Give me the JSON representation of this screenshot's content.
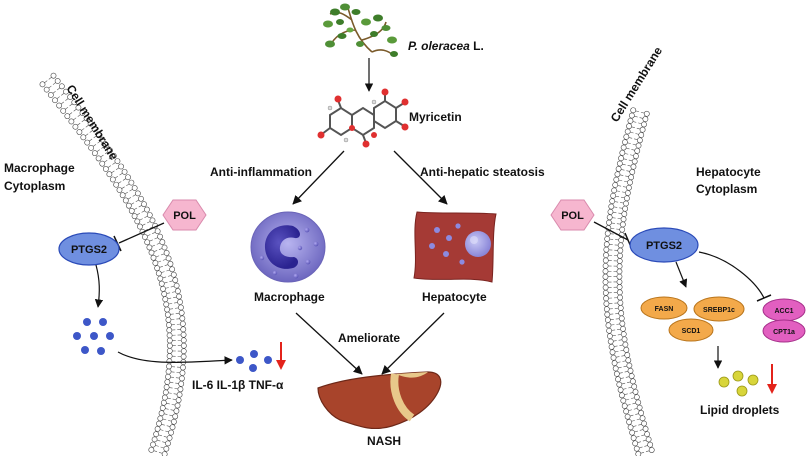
{
  "plant": {
    "name_italic": "P. oleracea",
    "name_suffix": " L."
  },
  "compound": "Myricetin",
  "pathways": {
    "left": "Anti-inflammation",
    "right": "Anti-hepatic steatosis"
  },
  "cells": {
    "macrophage": "Macrophage",
    "hepatocyte": "Hepatocyte"
  },
  "outcome": {
    "ameliorate": "Ameliorate",
    "disease": "NASH"
  },
  "left_panel": {
    "membrane": "Cell membrane",
    "cytoplasm_line1": "Macrophage",
    "cytoplasm_line2": "Cytoplasm",
    "inhibitor": "POL",
    "target": "PTGS2",
    "cytokines": "IL-6 IL-1β TNF-α"
  },
  "right_panel": {
    "membrane": "Cell membrane",
    "cytoplasm_line1": "Hepatocyte",
    "cytoplasm_line2": "Cytoplasm",
    "inhibitor": "POL",
    "target": "PTGS2",
    "up_genes": [
      "FASN",
      "SREBP1c",
      "SCD1"
    ],
    "down_genes": [
      "ACC1",
      "CPT1a"
    ],
    "lipids": "Lipid droplets"
  },
  "colors": {
    "ptgs2": "#6f8fe0",
    "pol": "#f6b6cf",
    "up_genes": "#f3a94a",
    "down_genes": "#e25fc0",
    "cytokine_dots": "#3d57c8",
    "lipid_dots": "#d8d53a",
    "liver": "#a8442b",
    "hepatocyte": "#a53a35",
    "macrophage": "#7c76c9",
    "arrow_red": "#e3231b"
  }
}
